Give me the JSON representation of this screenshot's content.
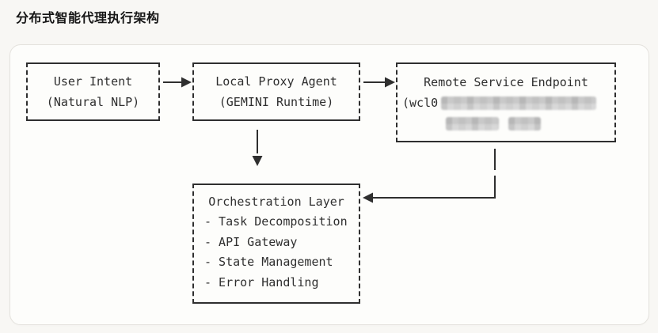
{
  "page": {
    "title": "分布式智能代理执行架构"
  },
  "diagram": {
    "nodes": {
      "user_intent": {
        "line1": "User Intent",
        "line2": "(Natural NLP)"
      },
      "local_proxy": {
        "line1": "Local Proxy Agent",
        "line2": "(GEMINI Runtime)"
      },
      "remote_endpoint": {
        "line1": "Remote Service Endpoint",
        "line2_prefix": "(wcl0",
        "line2_redacted": true,
        "line3_redacted": true
      },
      "orchestration": {
        "title": "Orchestration Layer",
        "items": [
          "- Task Decomposition",
          "- API Gateway",
          "- State Management",
          "- Error Handling"
        ]
      }
    },
    "edges": [
      {
        "from": "user_intent",
        "to": "local_proxy",
        "style": "arrow-right"
      },
      {
        "from": "local_proxy",
        "to": "remote_endpoint",
        "style": "arrow-right"
      },
      {
        "from": "local_proxy",
        "to": "orchestration",
        "style": "arrow-down"
      },
      {
        "from": "remote_endpoint",
        "to": "orchestration",
        "style": "elbow-arrow-left"
      }
    ],
    "colors": {
      "line": "#2f2f2f",
      "page_bg": "#f8f7f4",
      "panel_bg": "#fdfdfb",
      "panel_border": "#e4e2dd",
      "redaction_gray": "#cfcfcf"
    }
  }
}
